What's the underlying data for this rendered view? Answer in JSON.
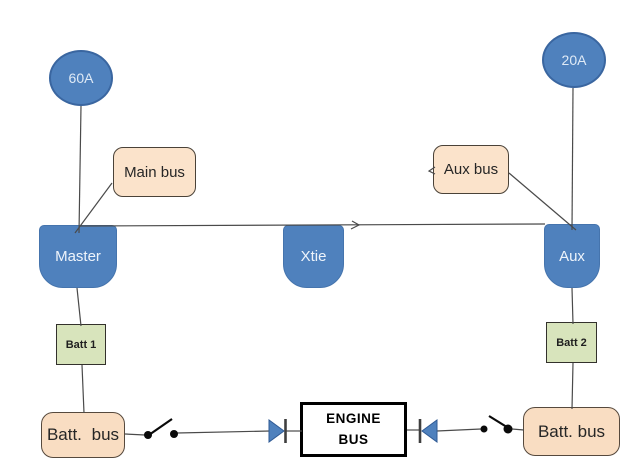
{
  "diagram": {
    "breakers": [
      {
        "label": "60A"
      },
      {
        "label": "20A"
      }
    ],
    "bus_labels": [
      {
        "label": "Main bus"
      },
      {
        "label": "Aux bus"
      }
    ],
    "switches": [
      {
        "label": "Master"
      },
      {
        "label": "Xtie"
      },
      {
        "label": "Aux"
      }
    ],
    "batteries": [
      {
        "label": "Batt 1"
      },
      {
        "label": "Batt 2"
      }
    ],
    "battery_buses": [
      {
        "label": "Batt. bus"
      },
      {
        "label": "Batt. bus"
      }
    ],
    "engine_bus": {
      "line1": "ENGINE",
      "line2": "BUS"
    },
    "colors": {
      "shape_blue": "#4f81bd",
      "shape_blue_border": "#3a66a0",
      "tan_fill": "#fbe3cb",
      "tan_border": "#4a4238",
      "green_fill": "#d8e4bc",
      "green_border": "#33312c",
      "wire": "#4a4a4a",
      "switch_contact": "#000000",
      "engine_bus_border": "#000000"
    }
  }
}
